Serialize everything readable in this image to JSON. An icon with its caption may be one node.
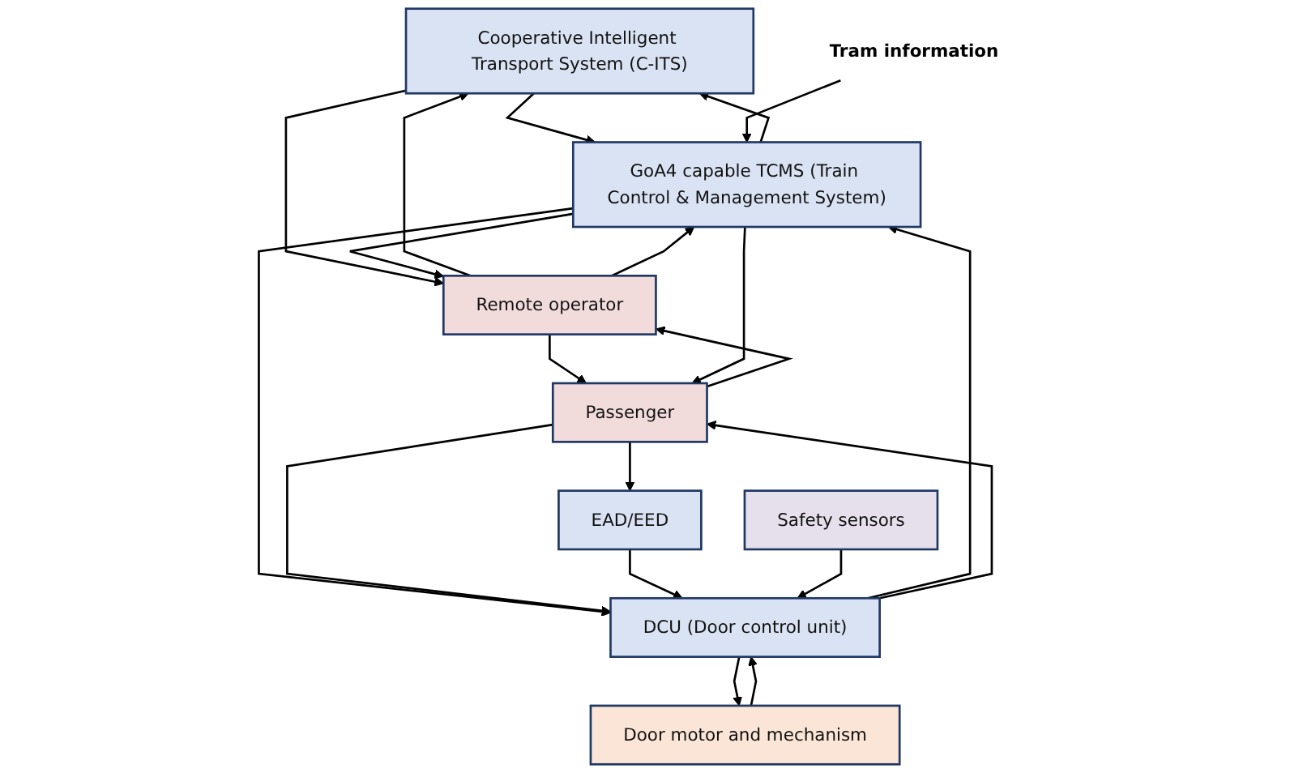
{
  "diagram": {
    "nodes": [
      {
        "text": [
          "Cooperative Intelligent Transport System (C-ITS)"
        ]
      },
      {
        "text": [
          "Remote operator"
        ]
      },
      {
        "text": [
          "Tram information"
        ]
      },
      {
        "text": [
          "GoA4 capable TCMS (Train Control & Management System)"
        ]
      },
      {
        "text": [
          "Passenger"
        ]
      },
      {
        "text": [
          "EAD/EED"
        ]
      },
      {
        "text": [
          "Safety sensors"
        ]
      },
      {
        "text": [
          "DCU (Door control unit)"
        ]
      },
      {
        "text": [
          "Door motor and mechanism"
        ]
      }
    ],
    "edges": [
      {
        "from": 0,
        "to": 3,
        "arrow": "to"
      },
      {
        "from": 3,
        "to": 0,
        "arrow": "to"
      },
      {
        "from": 0,
        "to": 1,
        "arrow": "to"
      },
      {
        "from": 1,
        "to": 0,
        "arrow": "to"
      },
      {
        "from": 1,
        "to": 3,
        "arrow": "to"
      },
      {
        "from": 3,
        "to": 1,
        "arrow": "to"
      },
      {
        "from": 1,
        "to": 4,
        "arrow": "to"
      },
      {
        "from": 4,
        "to": 1,
        "arrow": "to"
      },
      {
        "from": 2,
        "to": 3,
        "arrow": "to"
      },
      {
        "from": 3,
        "to": 4,
        "arrow": "to"
      },
      {
        "from": 3,
        "to": 7,
        "arrow": "to"
      },
      {
        "from": 7,
        "to": 3,
        "arrow": "to"
      },
      {
        "from": 4,
        "to": 7,
        "arrow": "to"
      },
      {
        "from": 7,
        "to": 4,
        "arrow": "to"
      },
      {
        "from": 4,
        "to": 5,
        "arrow": "to"
      },
      {
        "from": 5,
        "to": 7,
        "arrow": "to"
      },
      {
        "from": 6,
        "to": 7,
        "arrow": "to"
      },
      {
        "from": 7,
        "to": 8,
        "arrow": "to"
      },
      {
        "from": 8,
        "to": 7,
        "arrow": "to"
      }
    ]
  }
}
